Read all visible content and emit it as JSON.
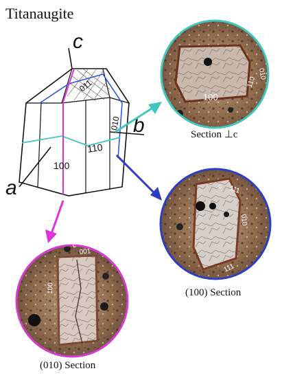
{
  "title": "Titanaugite",
  "axes": {
    "a": "a",
    "b": "b",
    "c": "c"
  },
  "crystal_faces": {
    "f011": "011",
    "f010": "010",
    "f110": "110",
    "f100": "100"
  },
  "sections": {
    "perp_c": {
      "caption": "Section ⊥c",
      "labels": {
        "l010": "010",
        "l110": "110",
        "l100": "100"
      },
      "ring_color": "#3fc6bd"
    },
    "s100": {
      "caption": "(100) Section",
      "labels": {
        "c": "c",
        "l111_top": "111",
        "l010": "010",
        "l111_bottom": "111"
      },
      "ring_color": "#2c3fc4"
    },
    "s010": {
      "caption": "(010) Section",
      "labels": {
        "c": "c",
        "l001": "001",
        "l100": "100"
      },
      "ring_color": "#d63bd0"
    }
  },
  "colors": {
    "pink": "#e033d8",
    "blue": "#2f57d6",
    "teal": "#3fc6bd",
    "cobalt": "#2c3fc4"
  }
}
